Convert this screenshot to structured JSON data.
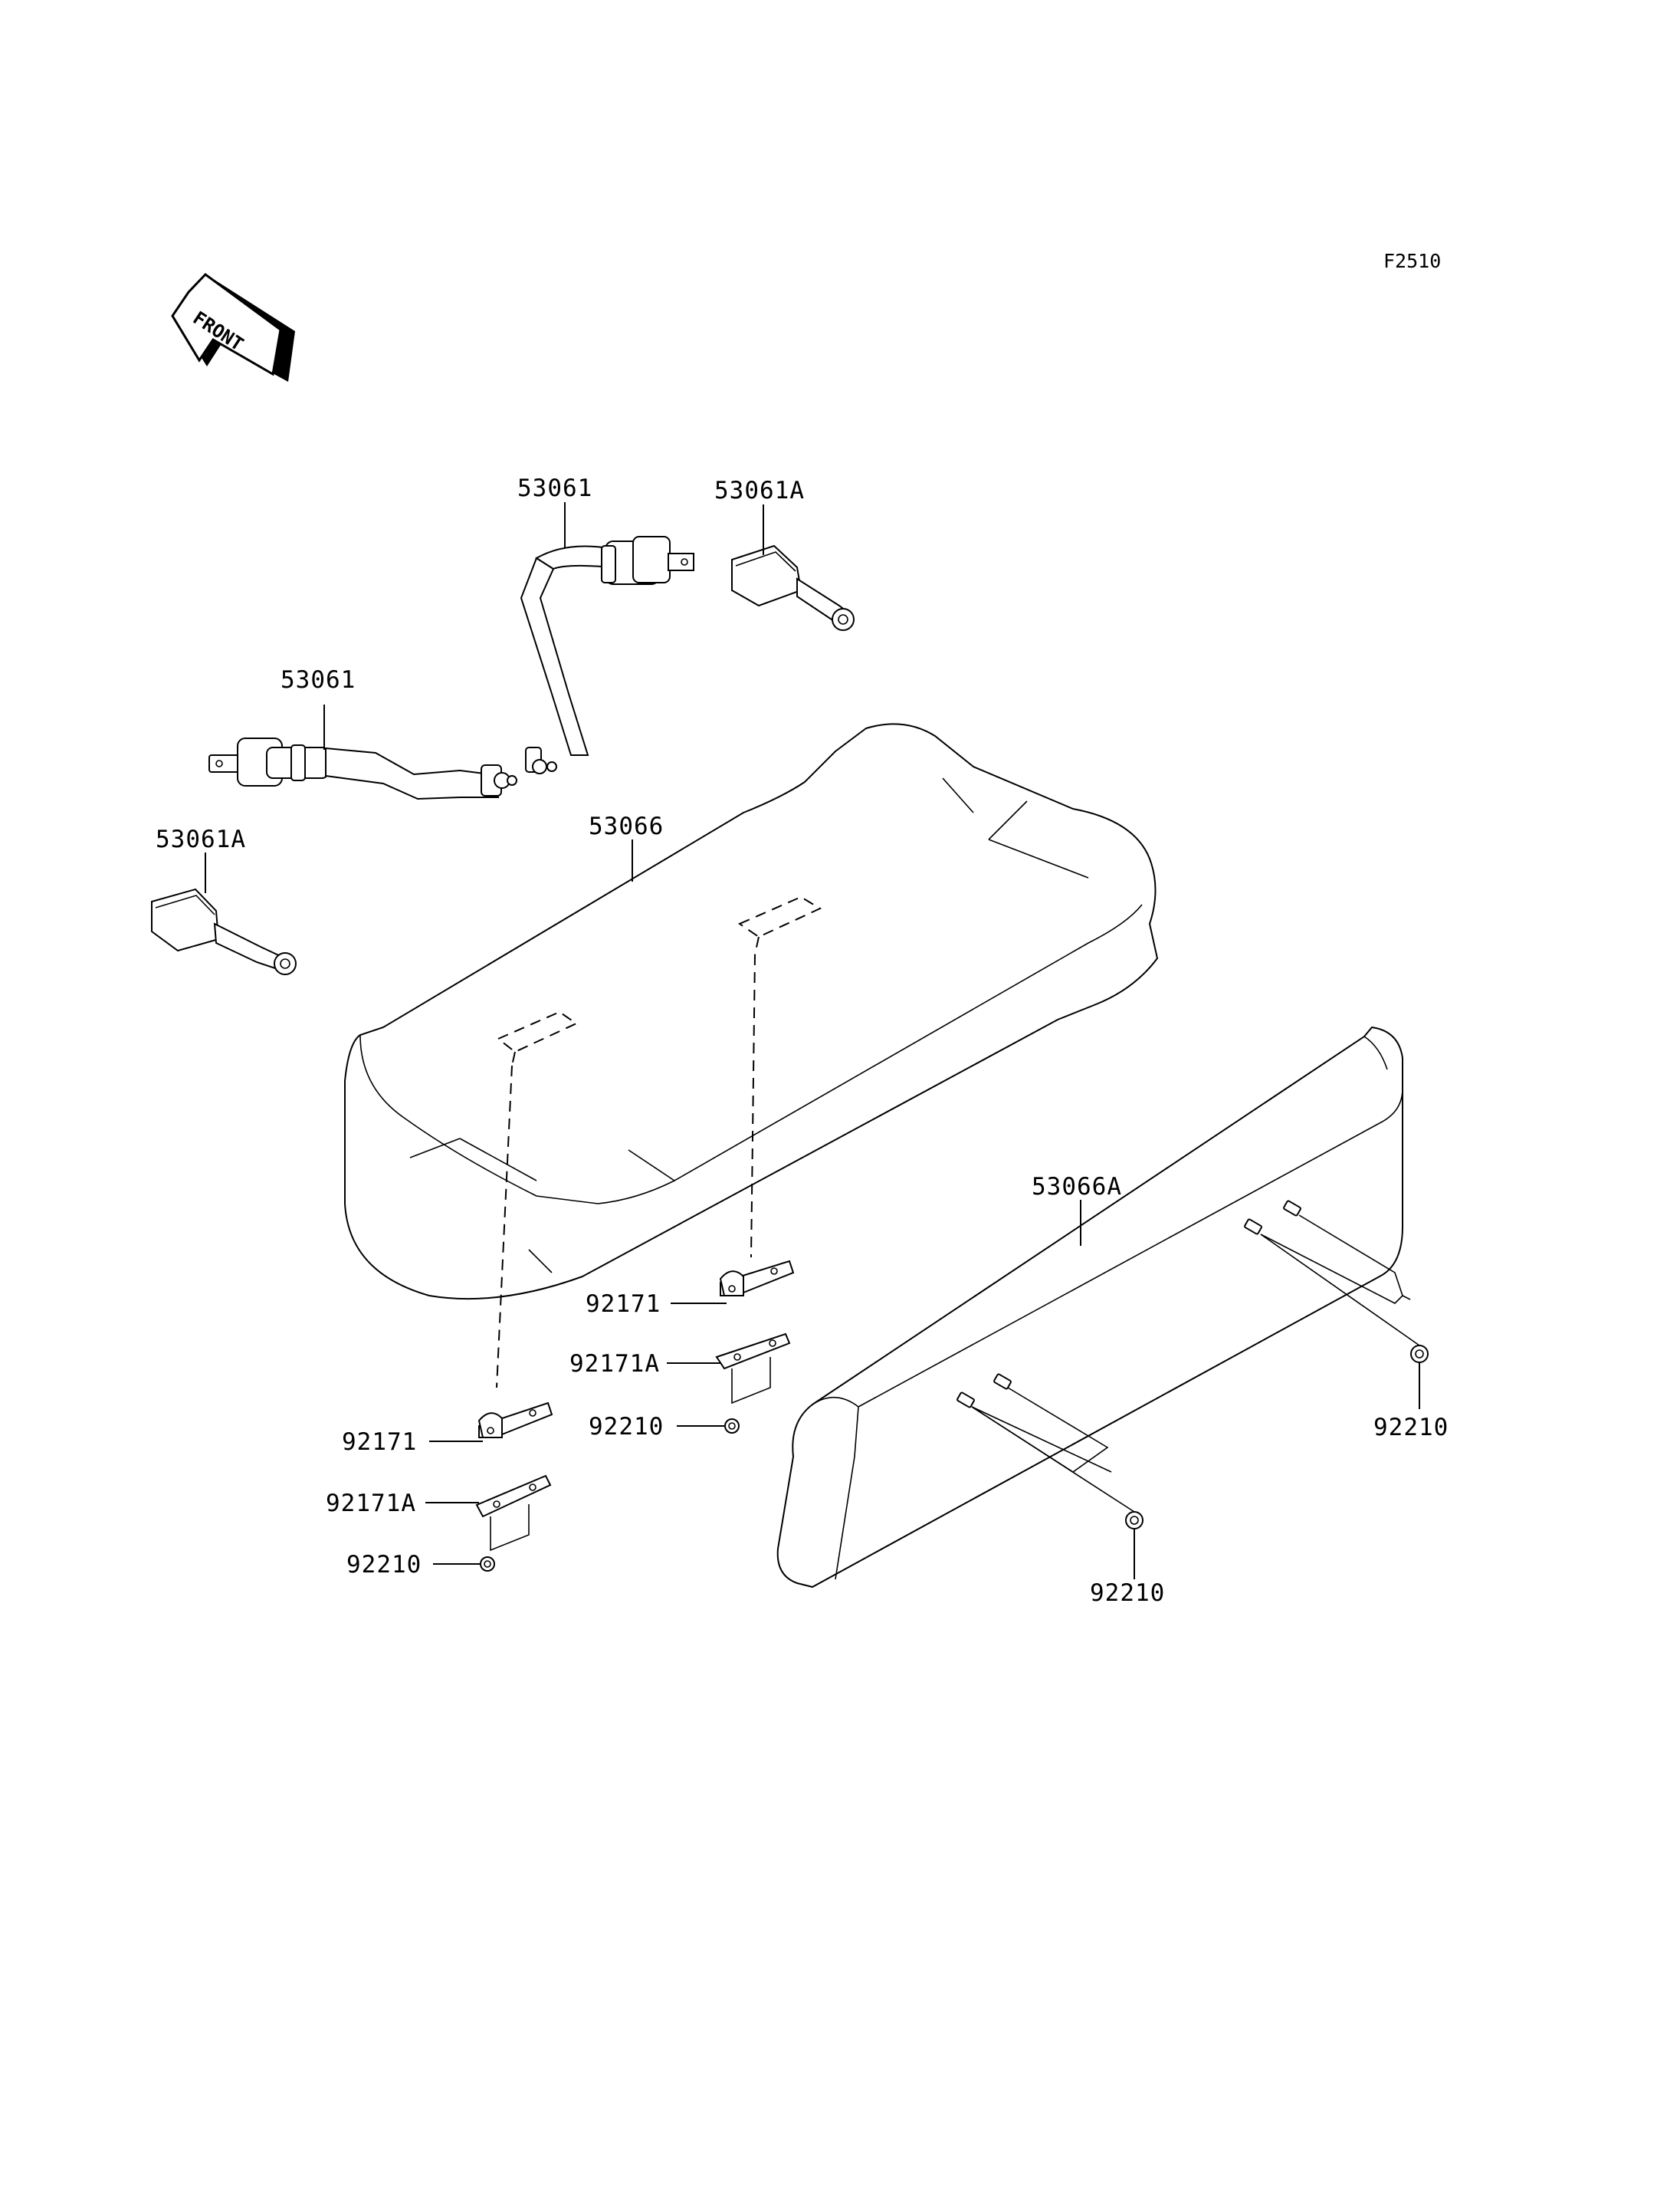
{
  "diagram_code": "F2510",
  "front_arrow": {
    "text": "FRONT",
    "icon": "front-direction-arrow-icon"
  },
  "callouts": {
    "belt_upper": "53061",
    "buckle_upper": "53061A",
    "belt_lower": "53061",
    "buckle_lower": "53061A",
    "seat": "53066",
    "backrest": "53066A",
    "bracket_center": "92171",
    "plate_center": "92171A",
    "nut_center": "92210",
    "bracket_left": "92171",
    "plate_left": "92171A",
    "nut_left": "92210",
    "nut_back_right": "92210",
    "nut_back_lower": "92210"
  }
}
